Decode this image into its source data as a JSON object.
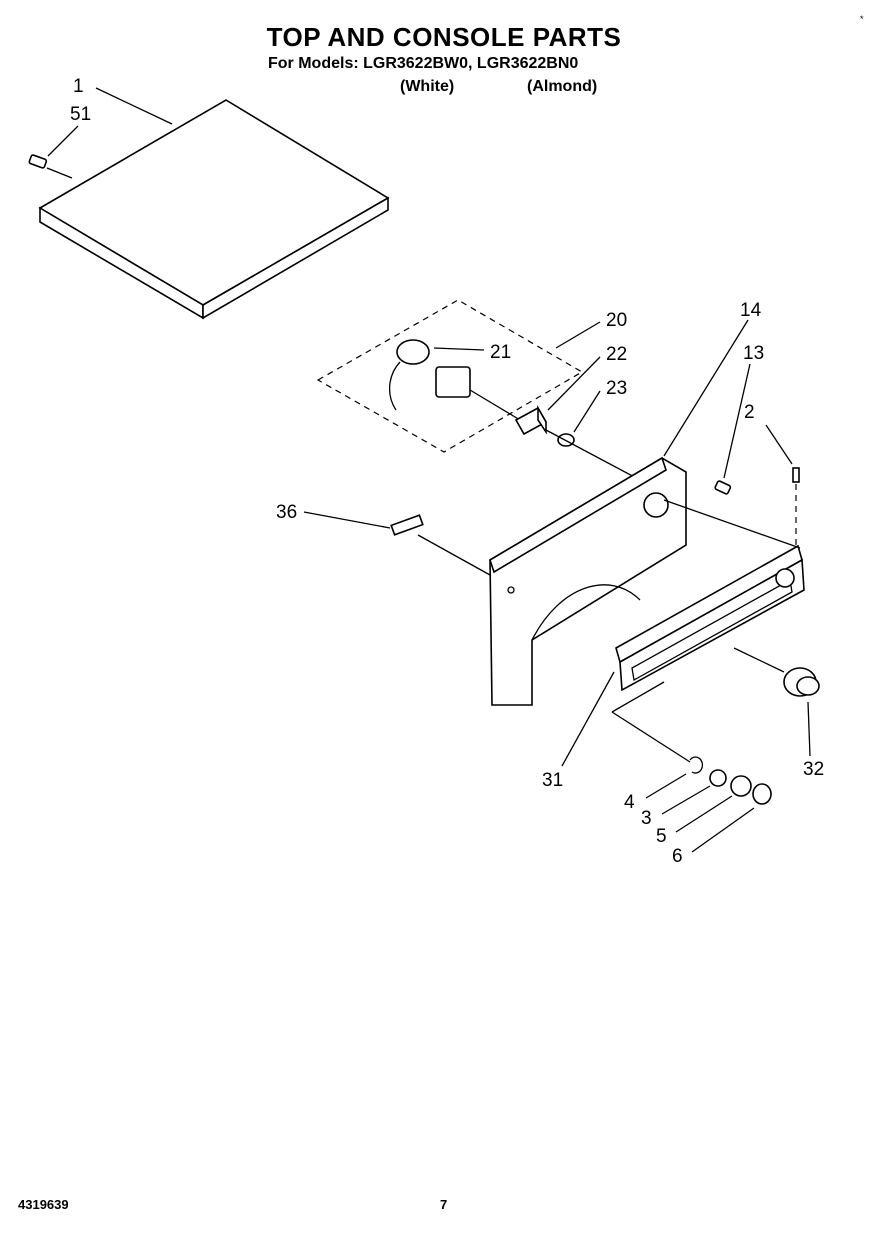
{
  "header": {
    "title": "TOP AND CONSOLE PARTS",
    "models_line": "For Models: LGR3622BW0, LGR3622BN0",
    "color_white": "(White)",
    "color_almond": "(Almond)"
  },
  "corner_mark": "*",
  "callouts": {
    "c1": "1",
    "c51": "51",
    "c20": "20",
    "c21": "21",
    "c22": "22",
    "c23": "23",
    "c14": "14",
    "c13": "13",
    "c2": "2",
    "c36": "36",
    "c31": "31",
    "c32": "32",
    "c4": "4",
    "c3": "3",
    "c5": "5",
    "c6": "6"
  },
  "footer": {
    "doc_number": "4319639",
    "page_number": "7"
  }
}
